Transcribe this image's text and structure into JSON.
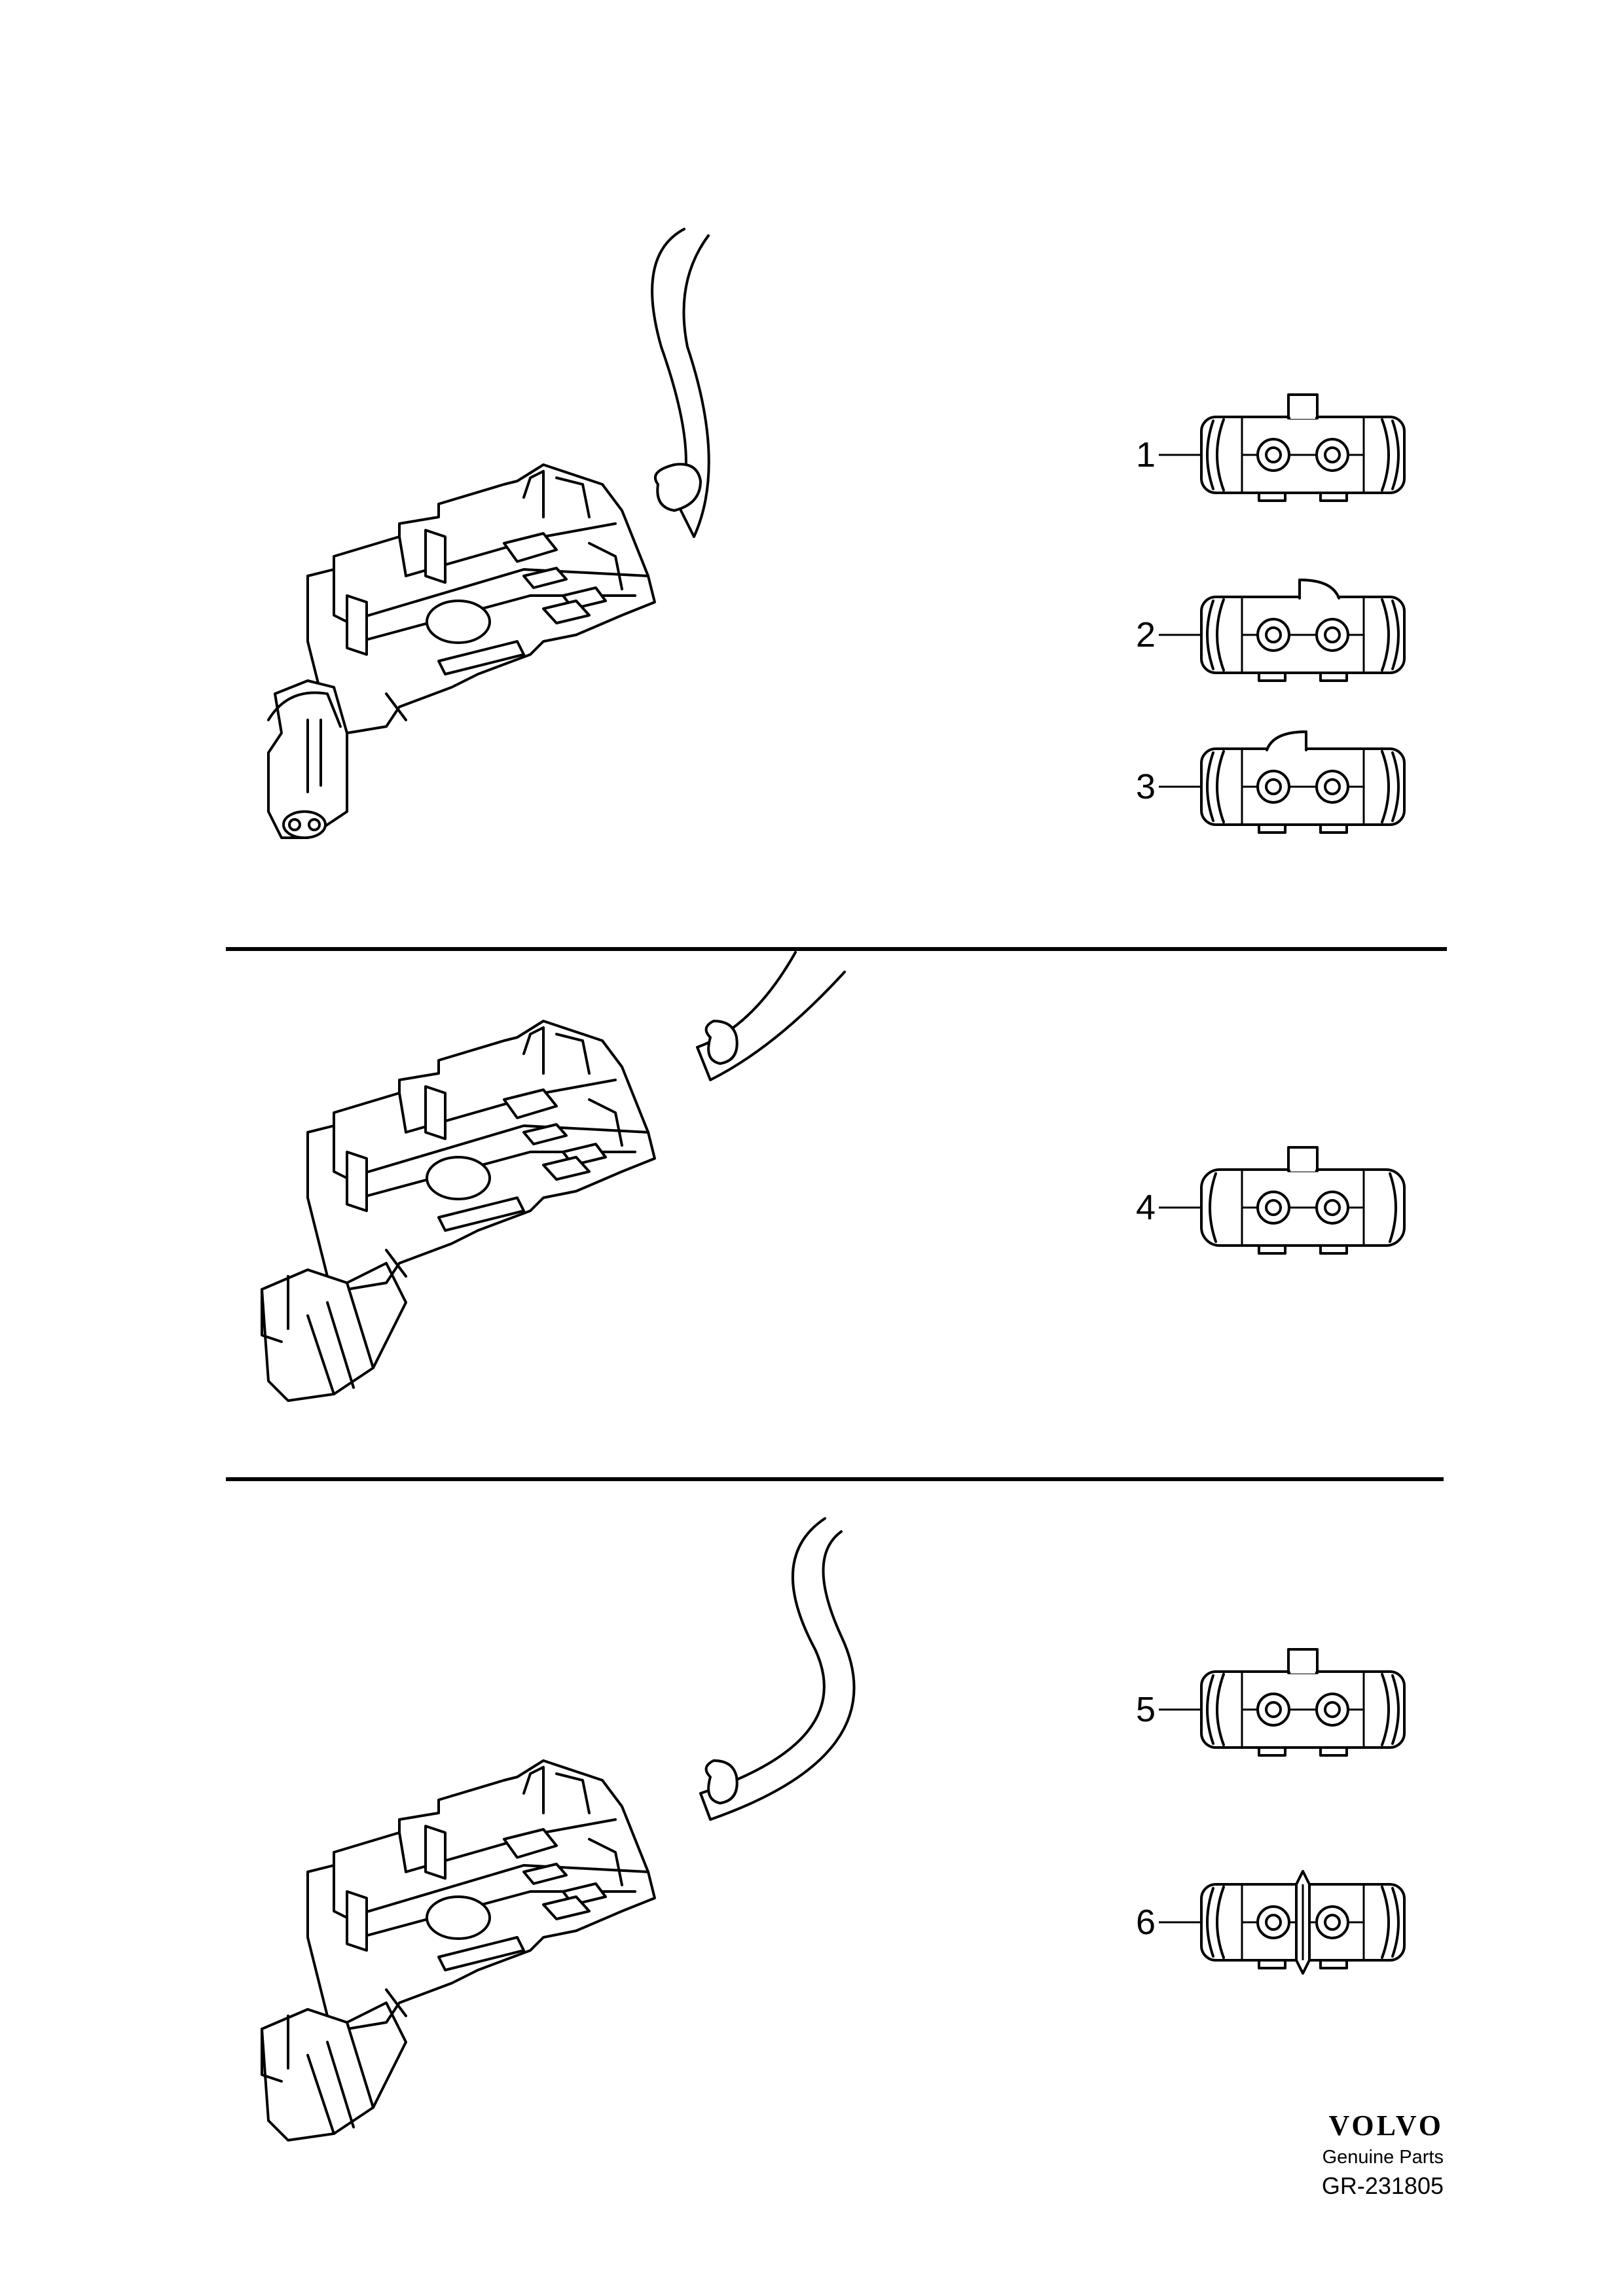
{
  "sections": [
    {
      "callouts": [
        {
          "number": "1",
          "variant": "rect-key"
        },
        {
          "number": "2",
          "variant": "round-key-right"
        },
        {
          "number": "3",
          "variant": "round-key-left"
        }
      ]
    },
    {
      "callouts": [
        {
          "number": "4",
          "variant": "rect-key-plain"
        }
      ]
    },
    {
      "callouts": [
        {
          "number": "5",
          "variant": "rect-key"
        },
        {
          "number": "6",
          "variant": "split-center"
        }
      ]
    }
  ],
  "footer": {
    "brand": "VOLVO",
    "subtitle": "Genuine Parts",
    "drawing_code": "GR-231805"
  }
}
